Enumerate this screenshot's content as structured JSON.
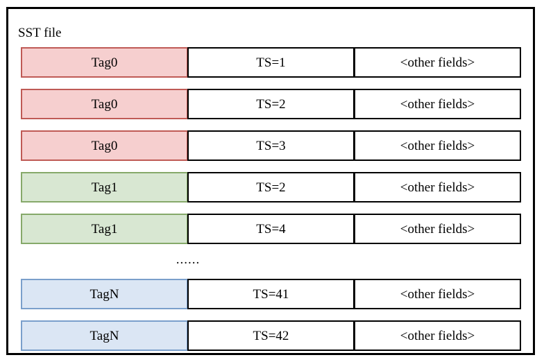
{
  "diagram": {
    "title": "SST file",
    "columns": [
      "tag",
      "timestamp",
      "other"
    ],
    "colors": {
      "tag0_fill": "#f6cfcf",
      "tag0_border": "#bf5a55",
      "tag1_fill": "#d8e7d2",
      "tag1_border": "#86a96a",
      "tagN_fill": "#dbe6f4",
      "tagN_border": "#7a9fcb",
      "cell_border": "#000000",
      "frame_border": "#000000",
      "background": "#ffffff"
    },
    "ellipsis": "......",
    "rows": [
      {
        "tag": "Tag0",
        "ts": "TS=1",
        "other": "<other fields>"
      },
      {
        "tag": "Tag0",
        "ts": "TS=2",
        "other": "<other fields>"
      },
      {
        "tag": "Tag0",
        "ts": "TS=3",
        "other": "<other fields>"
      },
      {
        "tag": "Tag1",
        "ts": "TS=2",
        "other": "<other fields>"
      },
      {
        "tag": "Tag1",
        "ts": "TS=4",
        "other": "<other fields>"
      },
      {
        "tag": "TagN",
        "ts": "TS=41",
        "other": "<other fields>"
      },
      {
        "tag": "TagN",
        "ts": "TS=42",
        "other": "<other fields>"
      }
    ]
  }
}
